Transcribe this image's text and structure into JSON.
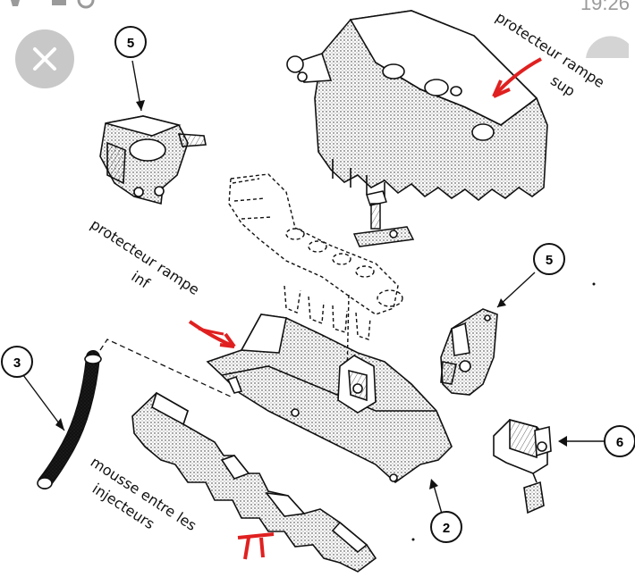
{
  "toolbar": {
    "close_icon": "close-icon",
    "time": "19:26"
  },
  "diagram": {
    "callouts": {
      "c5a": "5",
      "c5b": "5",
      "c3": "3",
      "c2": "2",
      "c6": "6"
    },
    "annotations": {
      "top_right_line1": "protecteur rampe",
      "top_right_line2": "sup",
      "mid_left_line1": "protecteur rampe",
      "mid_left_line2": "inf",
      "bottom_line1": "mousse entre les",
      "bottom_line2": "injecteurs"
    },
    "colors": {
      "ink": "#111111",
      "annotation_red": "#e02020",
      "overlay_gray": "#c8c8c8"
    }
  }
}
